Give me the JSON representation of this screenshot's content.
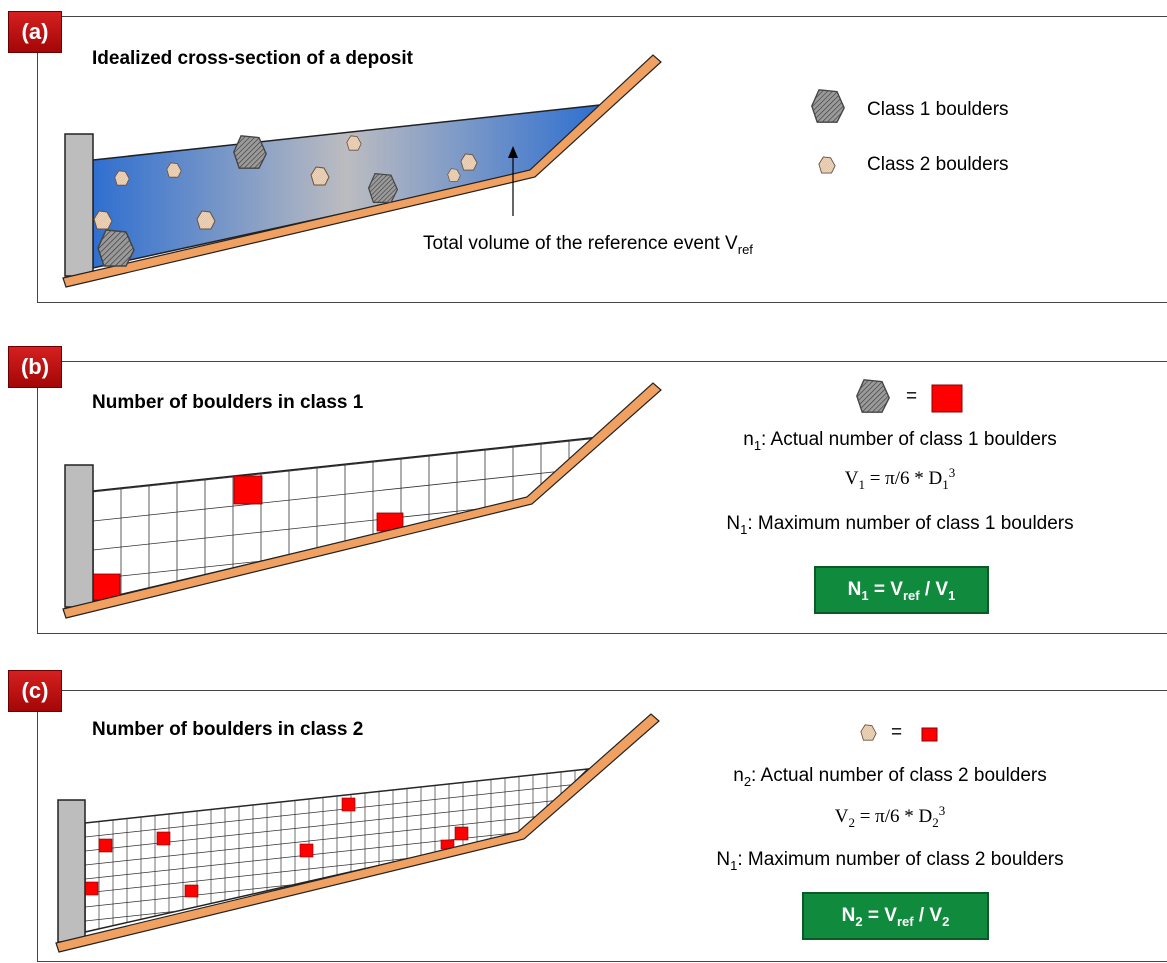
{
  "panels": {
    "a": {
      "tag": "(a)",
      "title": "Idealized cross-section of a deposit",
      "legend": {
        "class1": "Class 1 boulders",
        "class2": "Class 2 boulders"
      },
      "annotation": {
        "text": "Total volume of the reference event V",
        "sub": "ref"
      }
    },
    "b": {
      "tag": "(b)",
      "title": "Number of boulders in class 1",
      "equals": "=",
      "line1": {
        "a": "n",
        "b": "1",
        "c": ": Actual number of class 1 boulders"
      },
      "line2": {
        "a": "V",
        "b": "1",
        "c": " = π/6 * D",
        "d": "1",
        "e": "3"
      },
      "line3": {
        "a": "N",
        "b": "1",
        "c": ": Maximum number of class 1 boulders"
      },
      "box": {
        "p1": "N",
        "p2": "1",
        "p3": " = V",
        "p4": "ref",
        "p5": " / V",
        "p6": "1"
      }
    },
    "c": {
      "tag": "(c)",
      "title": "Number of boulders in class 2",
      "equals": "=",
      "line1": {
        "a": "n",
        "b": "2",
        "c": ": Actual number of class 2 boulders"
      },
      "line2": {
        "a": "V",
        "b": "2",
        "c": " = π/6 * D",
        "d": "2",
        "e": "3"
      },
      "line3": {
        "a": "N",
        "b": "1",
        "c": ": Maximum number of class 2 boulders"
      },
      "box": {
        "p1": "N",
        "p2": "2",
        "p3": " = V",
        "p4": "ref",
        "p5": " / V",
        "p6": "2"
      }
    }
  },
  "colors": {
    "tag_red": "#c00000",
    "slope_orange": "#f0a060",
    "deposit_blue": "#2f6fd0",
    "formula_green": "#108a3c",
    "marker_red": "#ff0000",
    "wall_gray": "#bdbdbd"
  },
  "icons": {
    "class1": "class1-boulder-icon",
    "class2": "class2-boulder-icon"
  }
}
